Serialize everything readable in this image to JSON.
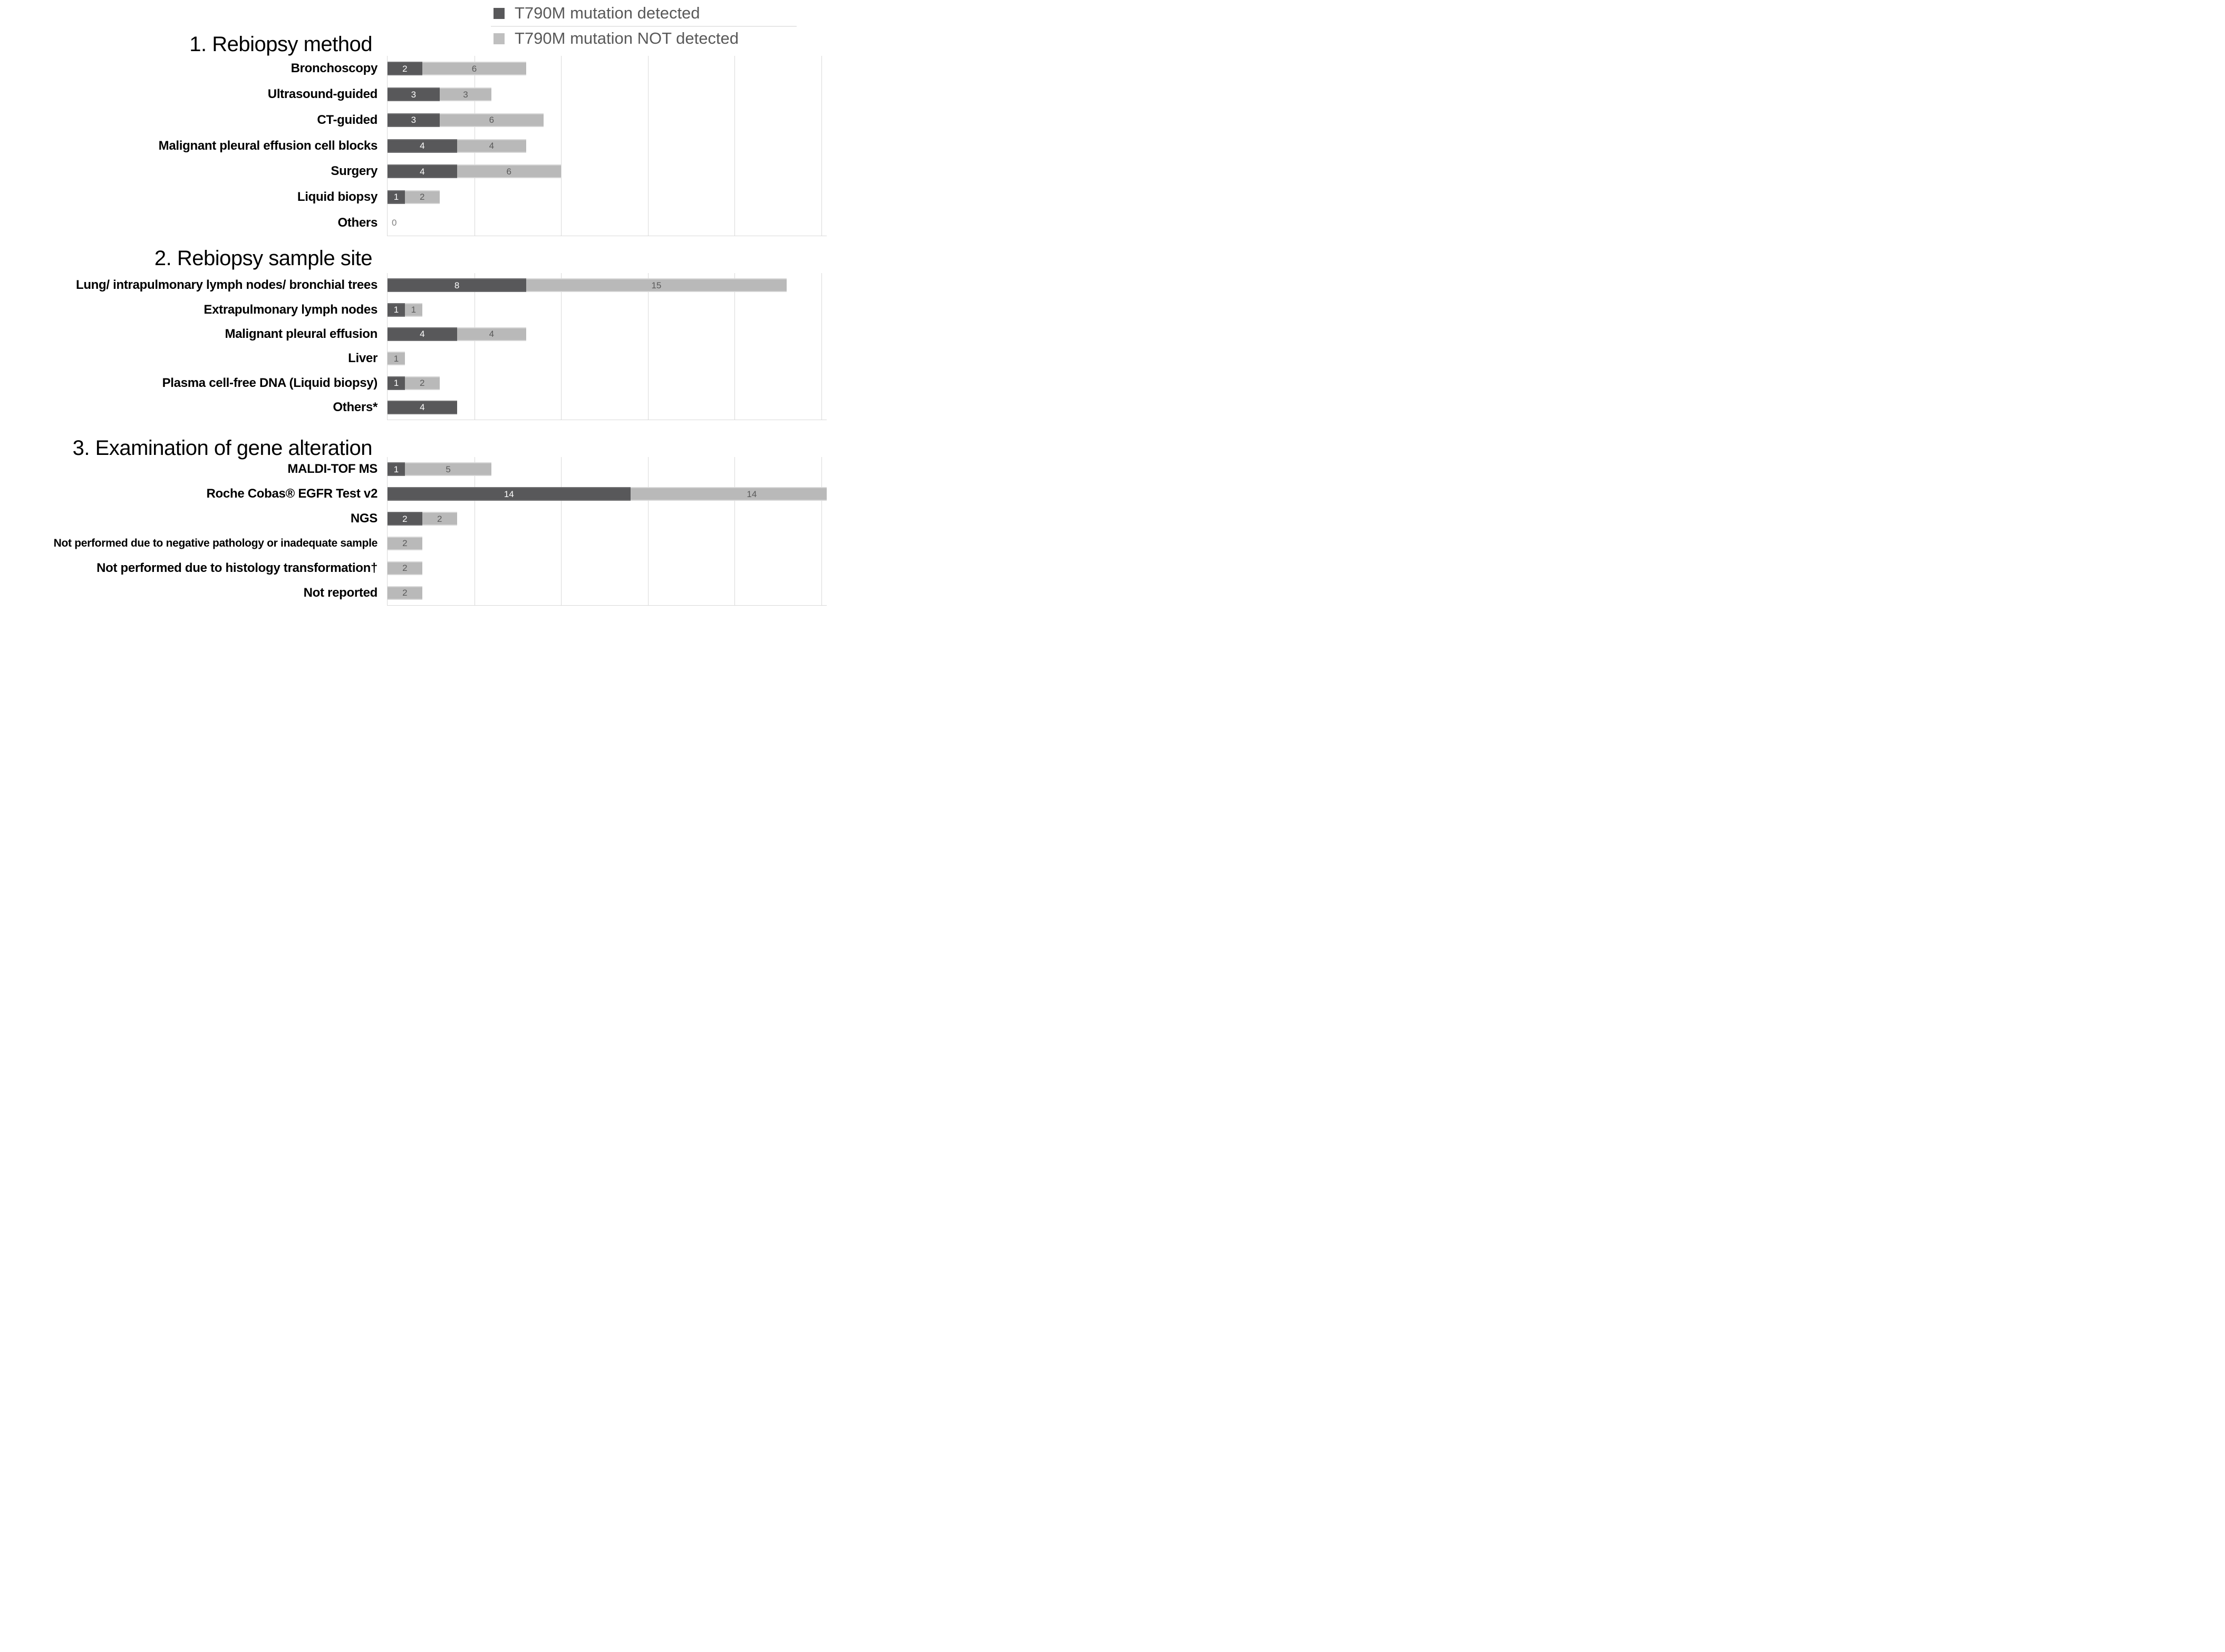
{
  "legend": {
    "items": [
      {
        "label": "T790M mutation detected",
        "color": "#58585a"
      },
      {
        "label": "T790M mutation NOT detected",
        "color": "#bfbfbf"
      }
    ]
  },
  "colors": {
    "detected": "#58585a",
    "not_detected": "#b9b9b9",
    "gridline": "#d9d9d9",
    "value_on_dark": "#ffffff",
    "value_on_light": "#595959",
    "zero_label_text": "#808080",
    "legend_text": "#595959",
    "title_text": "#000000"
  },
  "chart_data": [
    {
      "type": "bar",
      "orientation": "horizontal",
      "stacked": true,
      "title": "1. Rebiopsy method",
      "categories": [
        "Bronchoscopy",
        "Ultrasound-guided",
        "CT-guided",
        "Malignant pleural effusion cell blocks",
        "Surgery",
        "Liquid biopsy",
        "Others"
      ],
      "series": [
        {
          "name": "T790M mutation detected",
          "values": [
            2,
            3,
            3,
            4,
            4,
            1,
            0
          ]
        },
        {
          "name": "T790M mutation NOT detected",
          "values": [
            6,
            3,
            6,
            4,
            6,
            2,
            0
          ]
        }
      ],
      "xlim": [
        0,
        25
      ],
      "gridlines": [
        5,
        10,
        15,
        20,
        25
      ],
      "grid": true,
      "zero_label": "0",
      "legend_position": "top-right"
    },
    {
      "type": "bar",
      "orientation": "horizontal",
      "stacked": true,
      "title": "2. Rebiopsy sample site",
      "categories": [
        "Lung/ intrapulmonary lymph nodes/ bronchial trees",
        "Extrapulmonary lymph nodes",
        "Malignant pleural effusion",
        "Liver",
        "Plasma cell-free DNA (Liquid biopsy)",
        "Others*"
      ],
      "series": [
        {
          "name": "T790M mutation detected",
          "values": [
            8,
            1,
            4,
            0,
            1,
            4
          ]
        },
        {
          "name": "T790M mutation NOT detected",
          "values": [
            15,
            1,
            4,
            1,
            2,
            0
          ]
        }
      ],
      "xlim": [
        0,
        25
      ],
      "gridlines": [
        5,
        10,
        15,
        20,
        25
      ],
      "grid": true
    },
    {
      "type": "bar",
      "orientation": "horizontal",
      "stacked": true,
      "title": "3. Examination of gene alteration",
      "categories": [
        "MALDI-TOF MS",
        "Roche Cobas® EGFR Test v2",
        "NGS",
        "Not performed due to negative pathology or inadequate sample",
        "Not performed due to histology transformation†",
        "Not reported"
      ],
      "series": [
        {
          "name": "T790M mutation detected",
          "values": [
            1,
            14,
            2,
            0,
            0,
            0
          ]
        },
        {
          "name": "T790M mutation NOT detected",
          "values": [
            5,
            14,
            2,
            2,
            2,
            2
          ]
        }
      ],
      "xlim": [
        0,
        25
      ],
      "gridlines": [
        5,
        10,
        15,
        20,
        25
      ],
      "grid": true,
      "clip_overflow": true
    }
  ]
}
